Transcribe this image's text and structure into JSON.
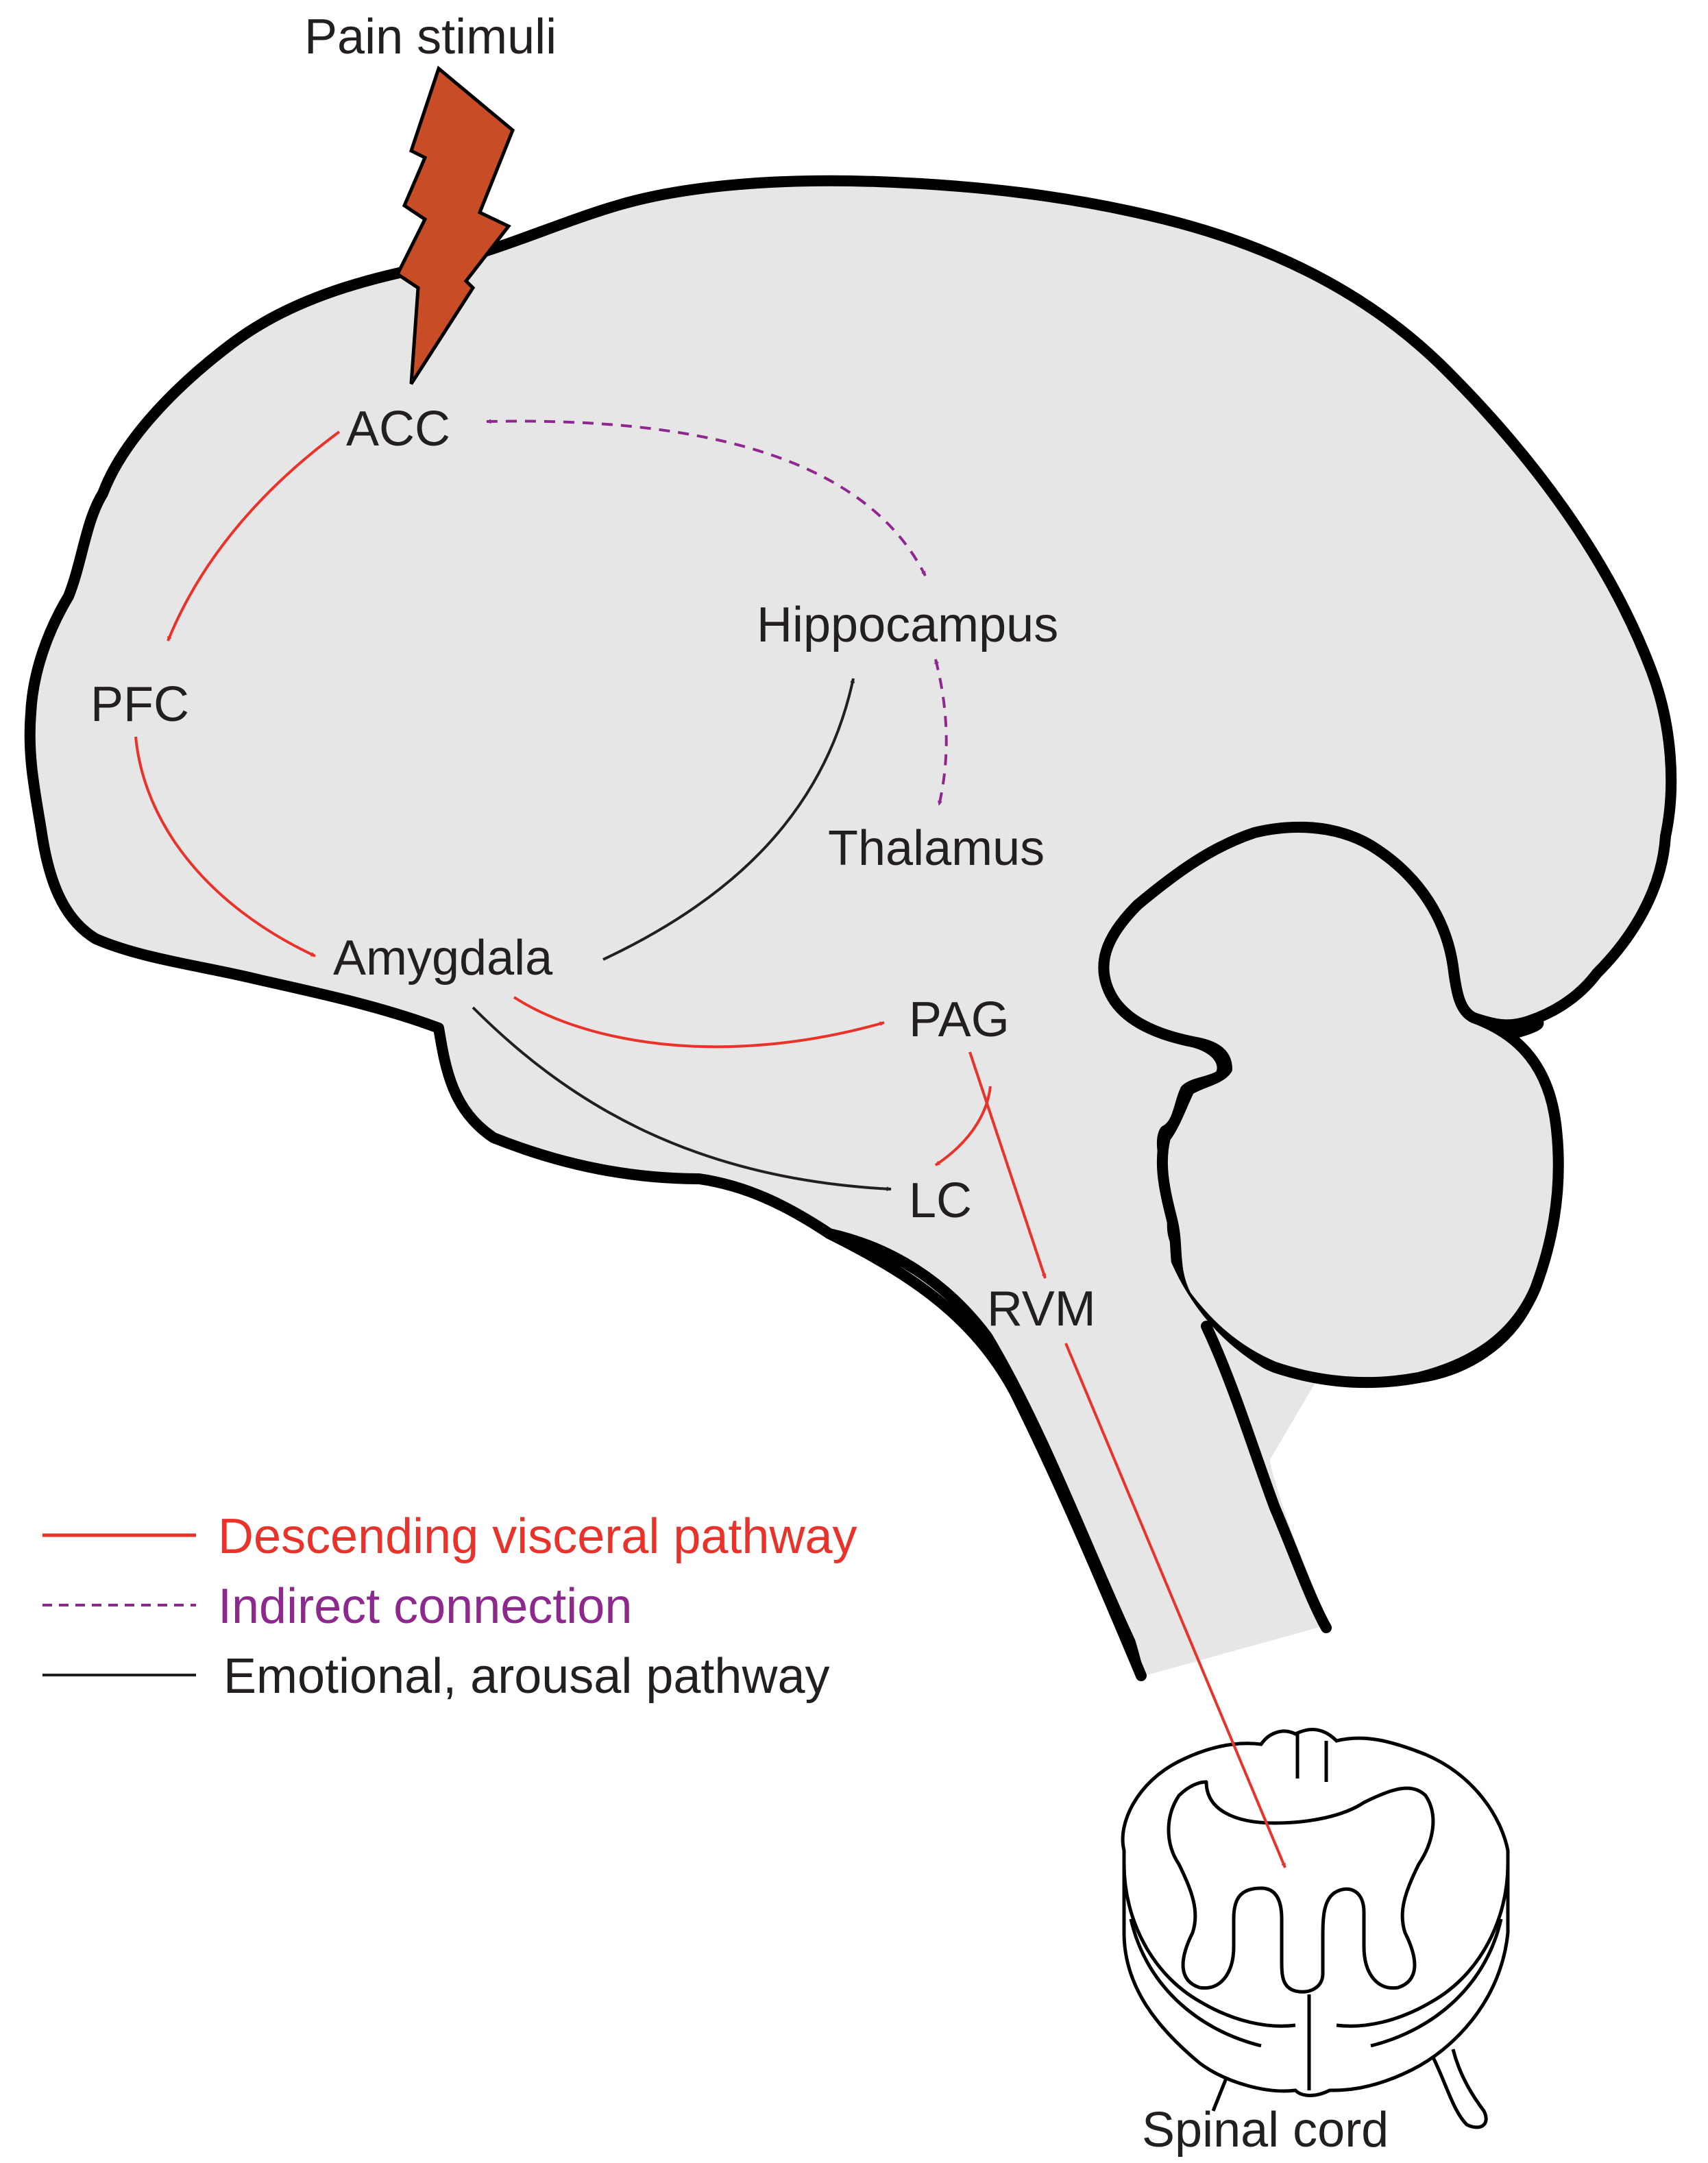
{
  "title": "Pain stimuli",
  "nodes": {
    "acc": "ACC",
    "pfc": "PFC",
    "hippocampus": "Hippocampus",
    "thalamus": "Thalamus",
    "amygdala": "Amygdala",
    "pag": "PAG",
    "lc": "LC",
    "rvm": "RVM",
    "spinal_cord": "Spinal cord"
  },
  "legend": {
    "descending": "Descending visceral pathway",
    "indirect": "Indirect connection",
    "emotional": "Emotional, arousal pathway"
  },
  "colors": {
    "descending": "#e8322a",
    "indirect": "#8e288f",
    "emotional": "#231f20",
    "lightning": "#c84c26",
    "brain_fill": "#e6e6e6"
  }
}
